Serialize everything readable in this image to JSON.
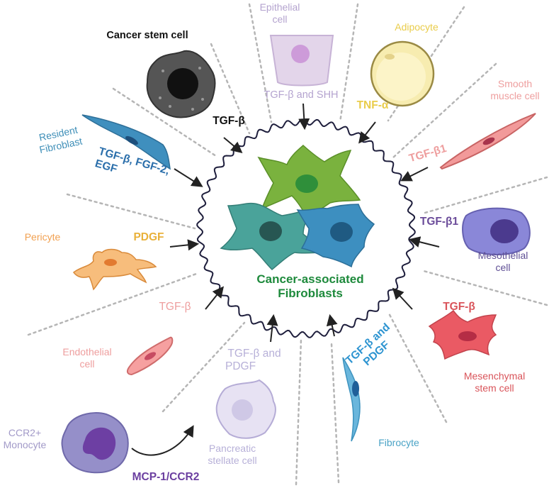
{
  "center": {
    "line1": "Cancer-associated",
    "line2": "Fibroblasts",
    "color": "#1e8a3c"
  },
  "sources": {
    "cancer_stem_cell": {
      "name": "Cancer stem cell",
      "factor": "TGF-β",
      "name_color": "#111111",
      "factor_color": "#111111"
    },
    "epithelial_cell": {
      "name_line1": "Epithelial",
      "name_line2": "cell",
      "factor": "TGF-β and SHH",
      "color": "#b4a3cf"
    },
    "adipocyte": {
      "name": "Adipocyte",
      "factor": "TNF-α",
      "color": "#e9cc4a"
    },
    "smooth_muscle_cell": {
      "name_line1": "Smooth",
      "name_line2": "muscle cell",
      "factor": "TGF-β1",
      "color": "#ee9e9e"
    },
    "mesothelial_cell": {
      "name_line1": "Mesothelial",
      "name_line2": "cell",
      "factor": "TGF-β1",
      "name_color": "#5f4f95",
      "factor_color": "#6b4c9a"
    },
    "mesenchymal_stem_cell": {
      "name_line1": "Mesenchymal",
      "name_line2": "stem cell",
      "factor": "TGF-β",
      "color": "#d9545a"
    },
    "fibrocyte": {
      "name": "Fibrocyte",
      "factor_line1": "TGF-β and",
      "factor_line2": "PDGF",
      "name_color": "#4aa3c6",
      "factor_color": "#2d94d1"
    },
    "pancreatic_stellate_cell": {
      "name_line1": "Pancreatic",
      "name_line2": "stellate cell",
      "factor_line1": "TGF-β and",
      "factor_line2": "PDGF",
      "color": "#b7b0d8"
    },
    "ccr2_monocyte": {
      "name_line1": "CCR2+",
      "name_line2": "Monocyte",
      "factor": "MCP-1/CCR2",
      "name_color": "#a29ac8",
      "factor_color": "#6b3fa0"
    },
    "endothelial_cell": {
      "name_line1": "Endothelial",
      "name_line2": "cell",
      "factor": "TGF-β",
      "color": "#ee9e9e"
    },
    "pericyte": {
      "name": "Pericyte",
      "factor": "PDGF",
      "color": "#f1a050",
      "factor_color": "#e9b13a"
    },
    "resident_fibroblast": {
      "name_line1": "Resident",
      "name_line2": "Fibroblast",
      "factor_line1": "TGF-β, FGF-2,",
      "factor_line2": "EGF",
      "name_color": "#3f8fb8",
      "factor_color": "#2b6fab"
    }
  }
}
